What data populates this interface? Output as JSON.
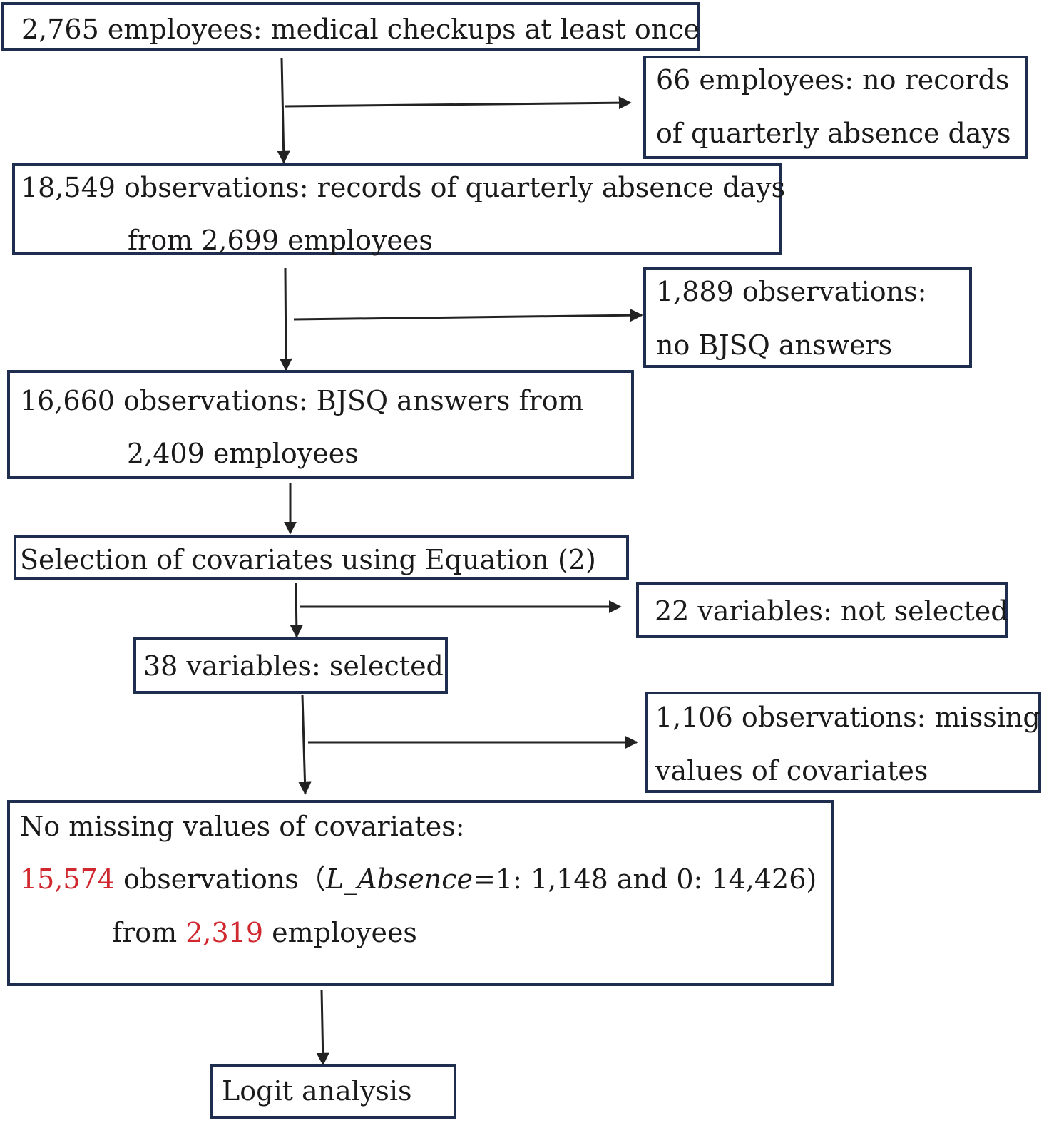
{
  "boxes": {
    "employees": {
      "text": "2,765 employees: medical checkups at least once"
    },
    "no_absence_records": {
      "line1": "66 employees: no records",
      "line2": "of quarterly absence days"
    },
    "absence_records": {
      "line1": "18,549 observations: records of quarterly absence days",
      "line2": "from 2,699 employees"
    },
    "no_bjsq": {
      "line1": "1,889 observations:",
      "line2": "no BJSQ answers"
    },
    "bjsq_answers": {
      "line1": "16,660 observations: BJSQ answers from",
      "line2": "2,409 employees"
    },
    "selection": {
      "text": "Selection of covariates using Equation (2)"
    },
    "not_selected": {
      "text": "22 variables: not selected"
    },
    "selected": {
      "text": "38 variables: selected"
    },
    "missing_values": {
      "line1": "1,106 observations: missing",
      "line2": "values of covariates"
    },
    "no_missing": {
      "line1": "No missing values of covariates:",
      "line2_count": "15,574",
      "line2_mid": " observations（",
      "line2_var": "L_Absence",
      "line2_rest": "=1: 1,148 and 0: 14,426)",
      "line3_pre": "from ",
      "line3_count": "2,319",
      "line3_post": " employees"
    },
    "logit": {
      "text": "Logit analysis"
    }
  },
  "colors": {
    "border": "#1f2e4f",
    "highlight": "#d0282e",
    "arrow": "#222222"
  }
}
